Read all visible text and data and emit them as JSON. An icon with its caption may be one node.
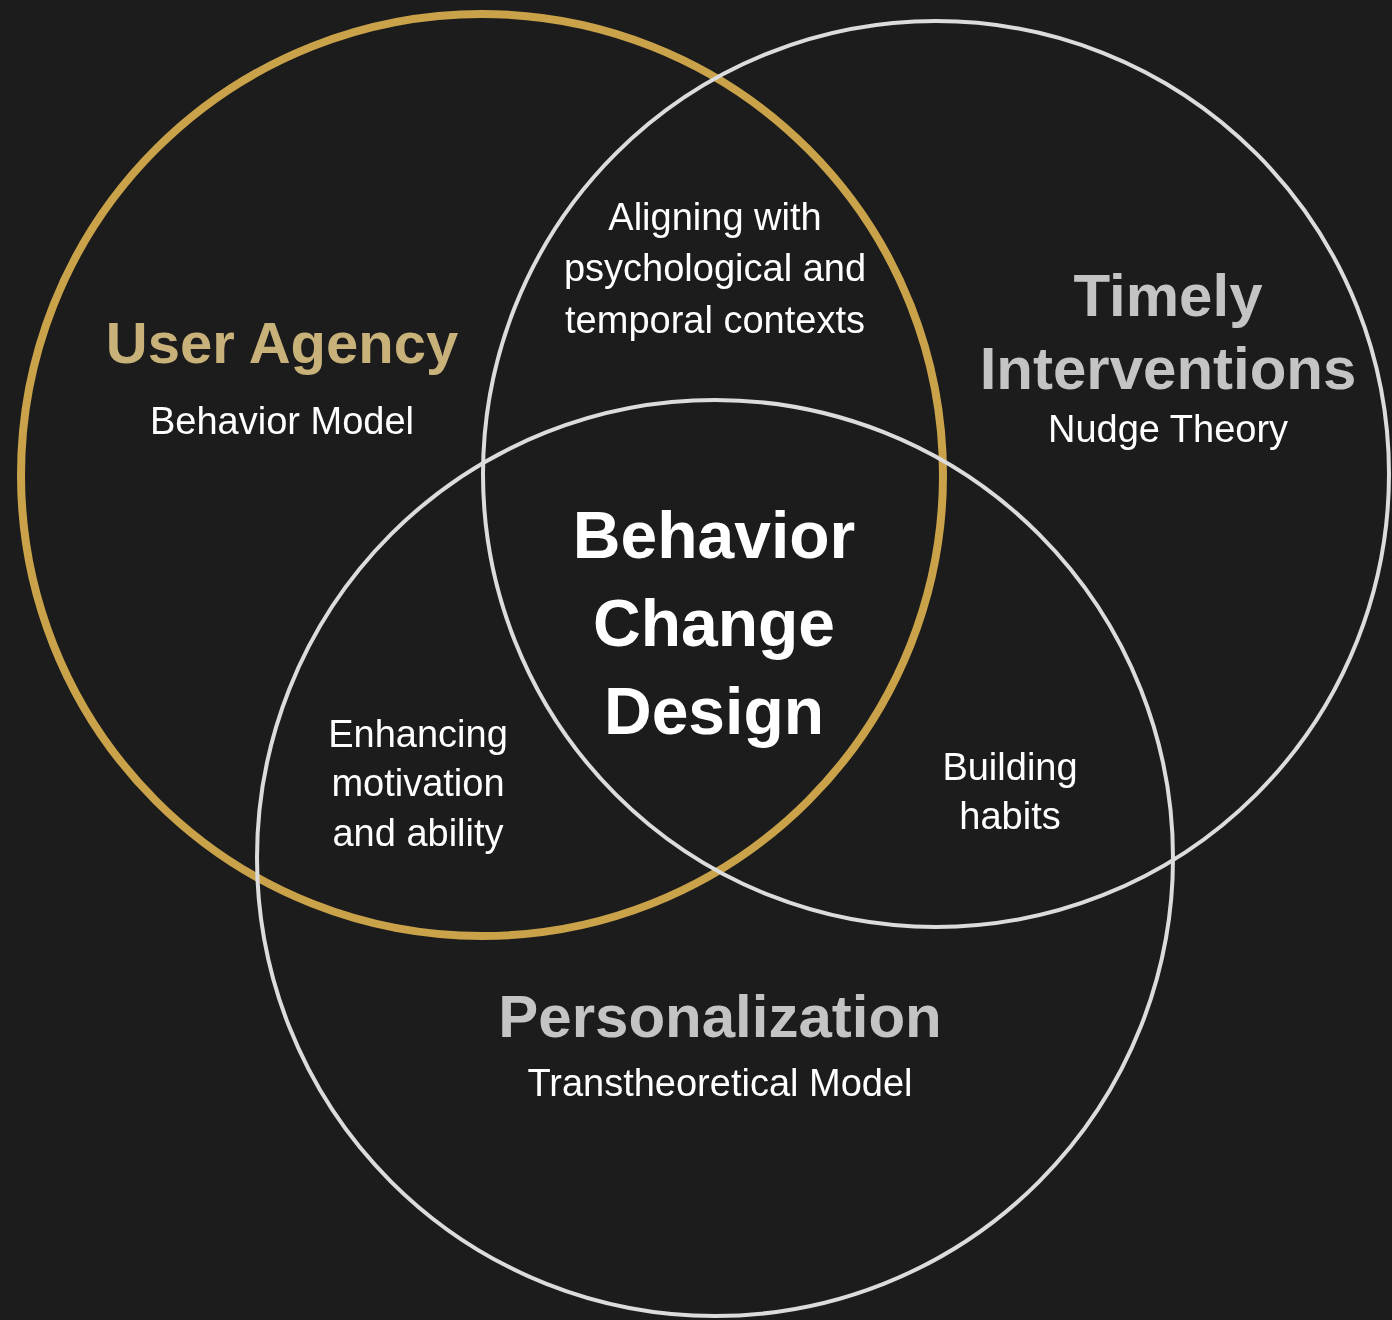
{
  "diagram": {
    "nodes": [
      {
        "text": [
          "User Agency",
          "Behavior Model"
        ]
      },
      {
        "text": [
          "Timely Interventions",
          "Nudge Theory"
        ]
      },
      {
        "text": [
          "Personalization",
          "Transtheoretical Model"
        ]
      }
    ],
    "edges": [],
    "labels": [
      "Aligning with psychological and temporal contexts",
      "Behavior Change Design",
      "Enhancing motivation and ability",
      "Building habits"
    ]
  }
}
